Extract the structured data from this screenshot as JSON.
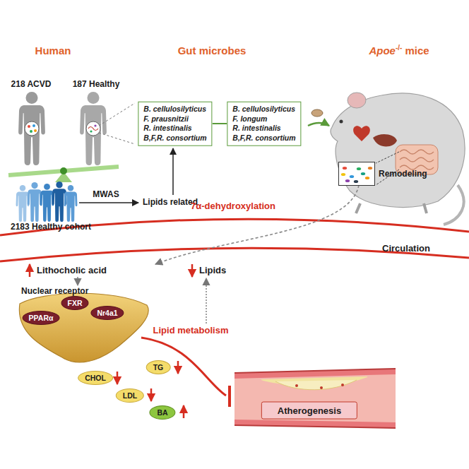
{
  "diagram": {
    "nodes": [
      {
        "text": [
          "B. cellulosilyticus",
          "F. prausnitzii",
          "R. intestinalis",
          "B,F,R. consortium"
        ]
      },
      {
        "text": [
          "B. cellulosilyticus",
          "F. longum",
          "R. intestinalis",
          "B,F,R. consortium"
        ]
      },
      {
        "text": [
          "Remodeling"
        ]
      },
      {
        "text": [
          "PPARα"
        ]
      },
      {
        "text": [
          "FXR"
        ]
      },
      {
        "text": [
          "Nr4a1"
        ]
      },
      {
        "text": [
          "CHOL"
        ]
      },
      {
        "text": [
          "TG"
        ]
      },
      {
        "text": [
          "LDL"
        ]
      },
      {
        "text": [
          "BA"
        ]
      },
      {
        "text": [
          "Atherogenesis"
        ]
      }
    ],
    "edges": [
      {
        "from": 0,
        "to": 1,
        "arrow": "none"
      }
    ],
    "labels": [
      "Human",
      "Gut microbes",
      "Apoe",
      "-/-",
      "mice",
      "218 ACVD",
      "187 Healthy",
      "MWAS",
      "Lipids related",
      "2183 Healthy cohort",
      "7α-dehydroxylation",
      "Circulation",
      "Lithocholic acid",
      "Lipids",
      "Nuclear receptor",
      "Lipid metabolism"
    ]
  }
}
